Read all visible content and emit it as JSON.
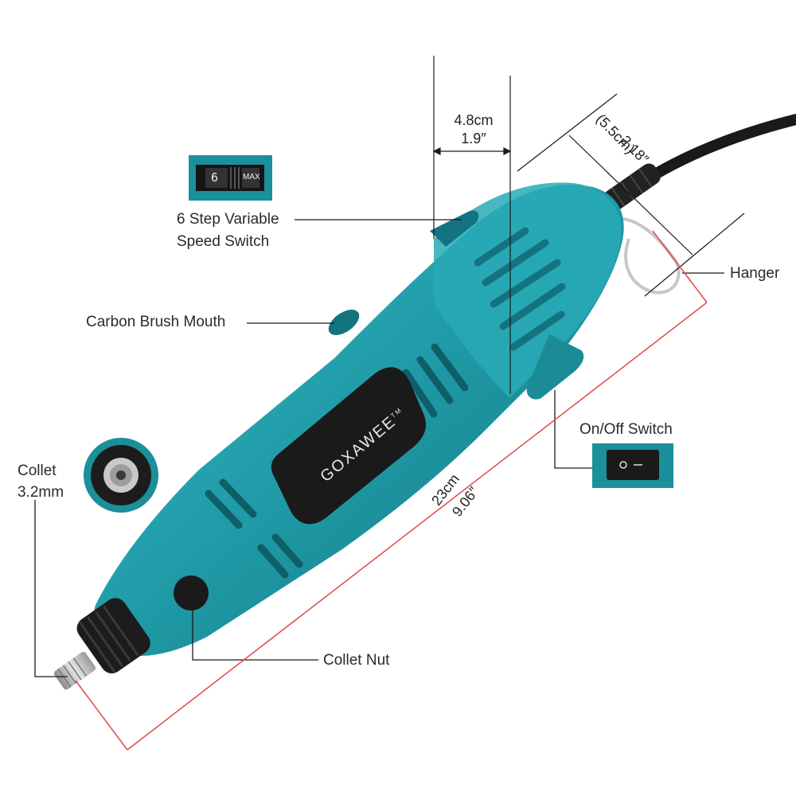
{
  "brand": {
    "name": "GOXAWEE",
    "trademark": "TM"
  },
  "labels": {
    "speed_switch_line1": "6 Step Variable",
    "speed_switch_line2": "Speed Switch",
    "carbon_brush": "Carbon Brush Mouth",
    "hanger": "Hanger",
    "on_off": "On/Off Switch",
    "collet_line1": "Collet",
    "collet_line2": "3.2mm",
    "collet_nut": "Collet Nut"
  },
  "dimensions": {
    "width_cm": "4.8cm",
    "width_in": "1.9″",
    "rear_cm": "(5.5cm)",
    "rear_in": "2.18″",
    "length_cm": "23cm",
    "length_in": "9.06″"
  },
  "speed_dial": {
    "setting": "6",
    "max": "MAX"
  },
  "colors": {
    "body": "#1f9aa6",
    "body_dark": "#157a85",
    "rubber": "#1c1c1c",
    "accent_line": "#e04a4a"
  }
}
